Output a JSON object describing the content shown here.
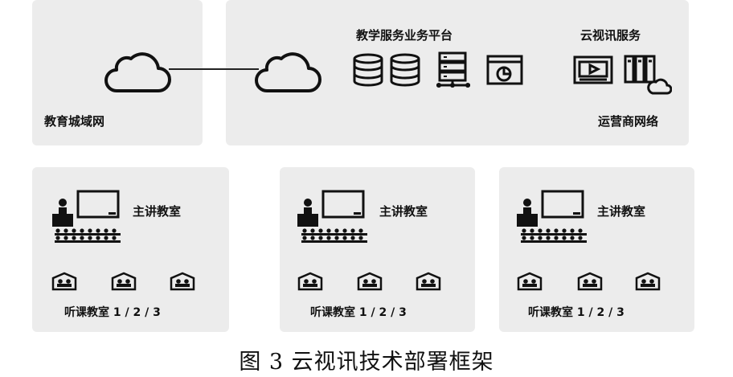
{
  "top": {
    "metro_net_label": "教育城域网",
    "platform_label": "教学服务业务平台",
    "cloud_video_service_label": "云视讯服务",
    "carrier_net_label": "运营商网络"
  },
  "sites": [
    {
      "main_room_label": "主讲教室",
      "listen_rooms_label": "听课教室 1 / 2 / 3"
    },
    {
      "main_room_label": "主讲教室",
      "listen_rooms_label": "听课教室 1 / 2 / 3"
    },
    {
      "main_room_label": "主讲教室",
      "listen_rooms_label": "听课教室 1 / 2 / 3"
    }
  ],
  "caption": "图 3 云视讯技术部署框架"
}
